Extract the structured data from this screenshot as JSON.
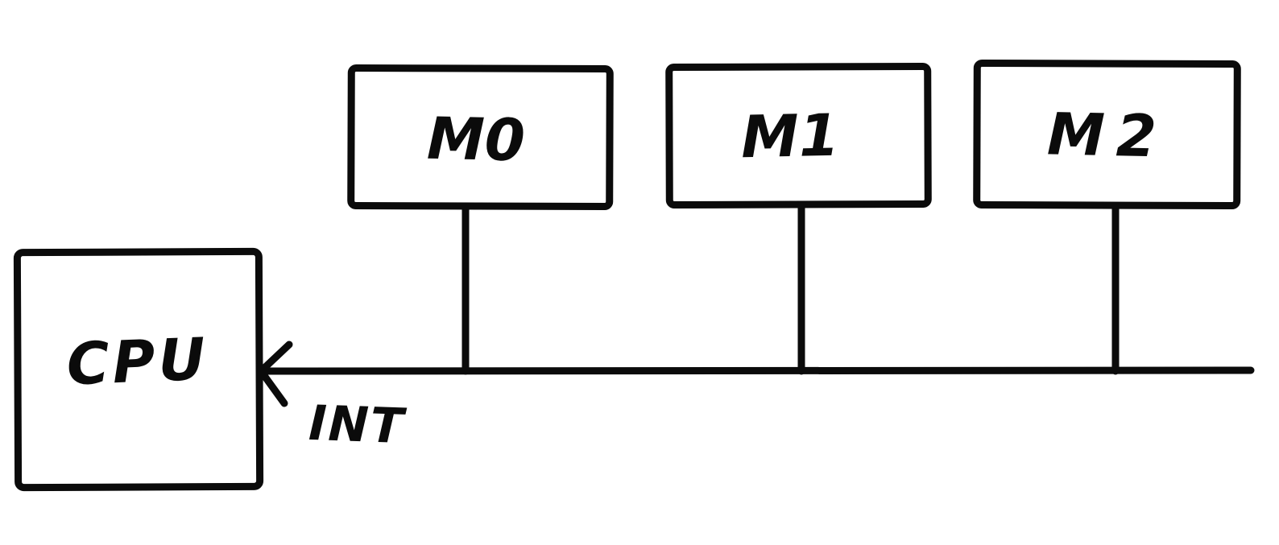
{
  "diagram": {
    "nodes": {
      "cpu": {
        "label": "CPU"
      },
      "m0": {
        "label": "M0"
      },
      "m1": {
        "label": "M1"
      },
      "m2": {
        "label": "M2"
      }
    },
    "bus": {
      "label": "INT"
    },
    "colors": {
      "ink": "#0b0b0b",
      "background": "#ffffff"
    }
  }
}
